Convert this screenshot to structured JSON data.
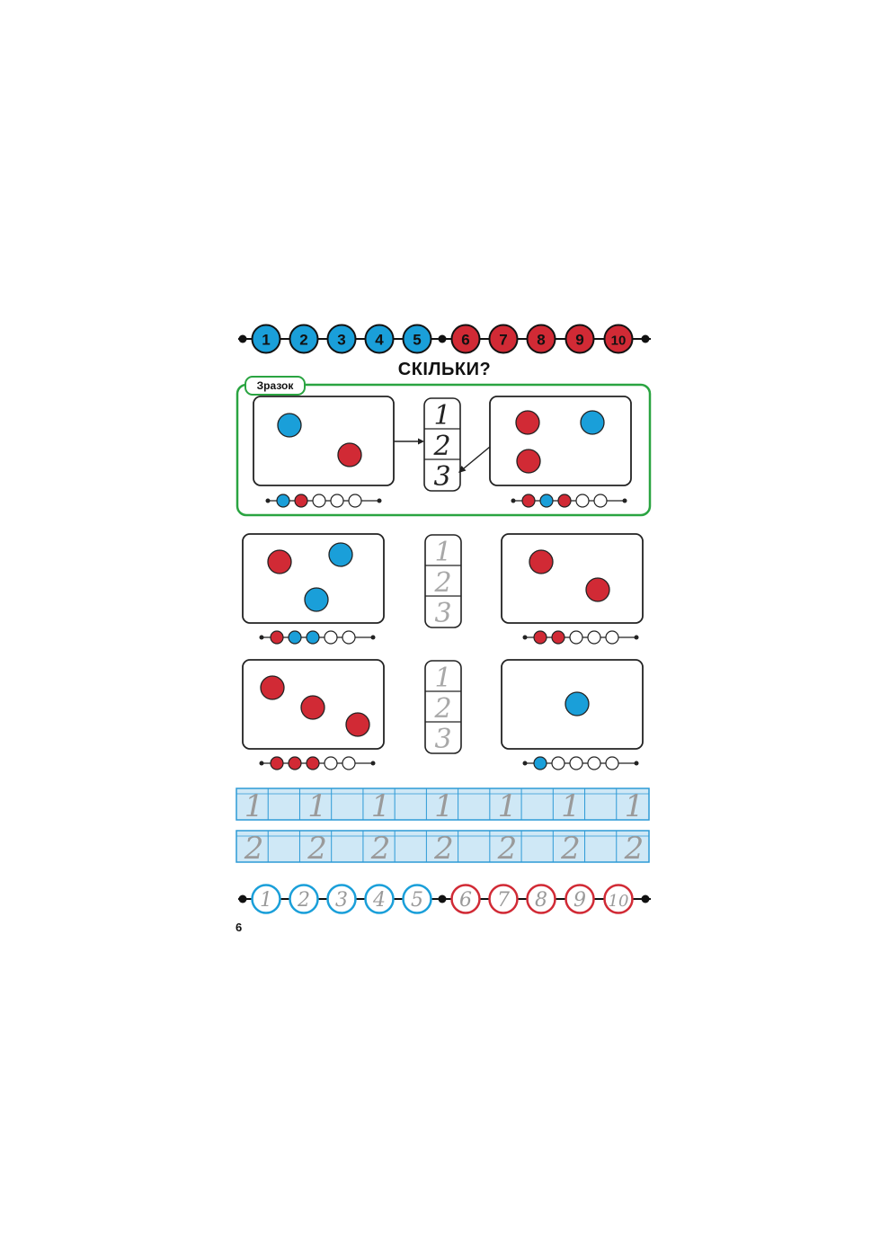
{
  "title": "СКІЛЬКИ?",
  "sample_label": "Зразок",
  "page_number": "6",
  "top_number_line": [
    "1",
    "2",
    "3",
    "4",
    "5",
    "6",
    "7",
    "8",
    "9",
    "10"
  ],
  "bottom_number_line": [
    "1",
    "2",
    "3",
    "4",
    "5",
    "6",
    "7",
    "8",
    "9",
    "10"
  ],
  "choice_digits": [
    "1",
    "2",
    "3"
  ],
  "colors": {
    "blue": "#1a9fd9",
    "red": "#d12a35",
    "green": "#2aa441",
    "cell": "#cfe8f6",
    "cell_border": "#2d9ad6"
  },
  "sample": {
    "left_dots": [
      "blue",
      "red"
    ],
    "right_dots": [
      "red",
      "blue",
      "red"
    ]
  },
  "tasks": [
    {
      "left_dots": [
        "red",
        "blue",
        "blue"
      ],
      "right_dots": [
        "red",
        "red"
      ]
    },
    {
      "left_dots": [
        "red",
        "red",
        "red"
      ],
      "right_dots": [
        "blue"
      ]
    }
  ],
  "tracing_rows": [
    {
      "digit": "1",
      "count": 7
    },
    {
      "digit": "2",
      "count": 7
    }
  ]
}
